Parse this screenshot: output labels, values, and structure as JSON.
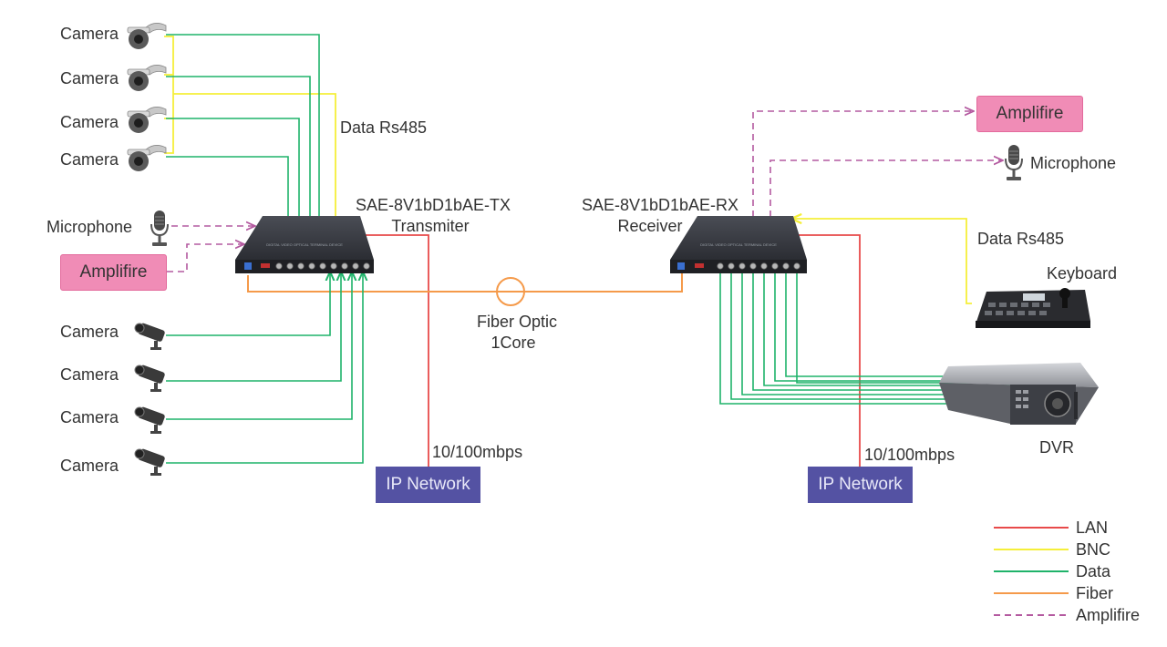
{
  "transmitter": {
    "model": "SAE-8V1bD1bAE-TX",
    "role": "Transmiter"
  },
  "receiver": {
    "model": "SAE-8V1bD1bAE-RX",
    "role": "Receiver"
  },
  "left_side": {
    "dome_camera_label": "Camera",
    "bullet_camera_label": "Camera",
    "microphone_label": "Microphone",
    "amplifier_label": "Amplifire",
    "data_label": "Data Rs485",
    "lan_speed_label": "10/100mbps",
    "ip_network_label": "IP Network"
  },
  "right_side": {
    "amplifier_label": "Amplifire",
    "microphone_label": "Microphone",
    "data_label": "Data Rs485",
    "keyboard_label": "Keyboard",
    "dvr_label": "DVR",
    "lan_speed_label": "10/100mbps",
    "ip_network_label": "IP Network"
  },
  "fiber_label": {
    "line1": "Fiber Optic",
    "line2": "1Core"
  },
  "legend": [
    {
      "label": "LAN",
      "color": "#e84a4a",
      "style": "solid"
    },
    {
      "label": "BNC",
      "color": "#f5ef3a",
      "style": "solid"
    },
    {
      "label": "Data",
      "color": "#1fb36a",
      "style": "solid"
    },
    {
      "label": "Fiber",
      "color": "#f59a4a",
      "style": "solid"
    },
    {
      "label": "Amplifire",
      "color": "#b45aa0",
      "style": "dashed"
    }
  ],
  "device_text": "DIGITAL VIDEO OPTICAL TERMINAL DEVICE"
}
